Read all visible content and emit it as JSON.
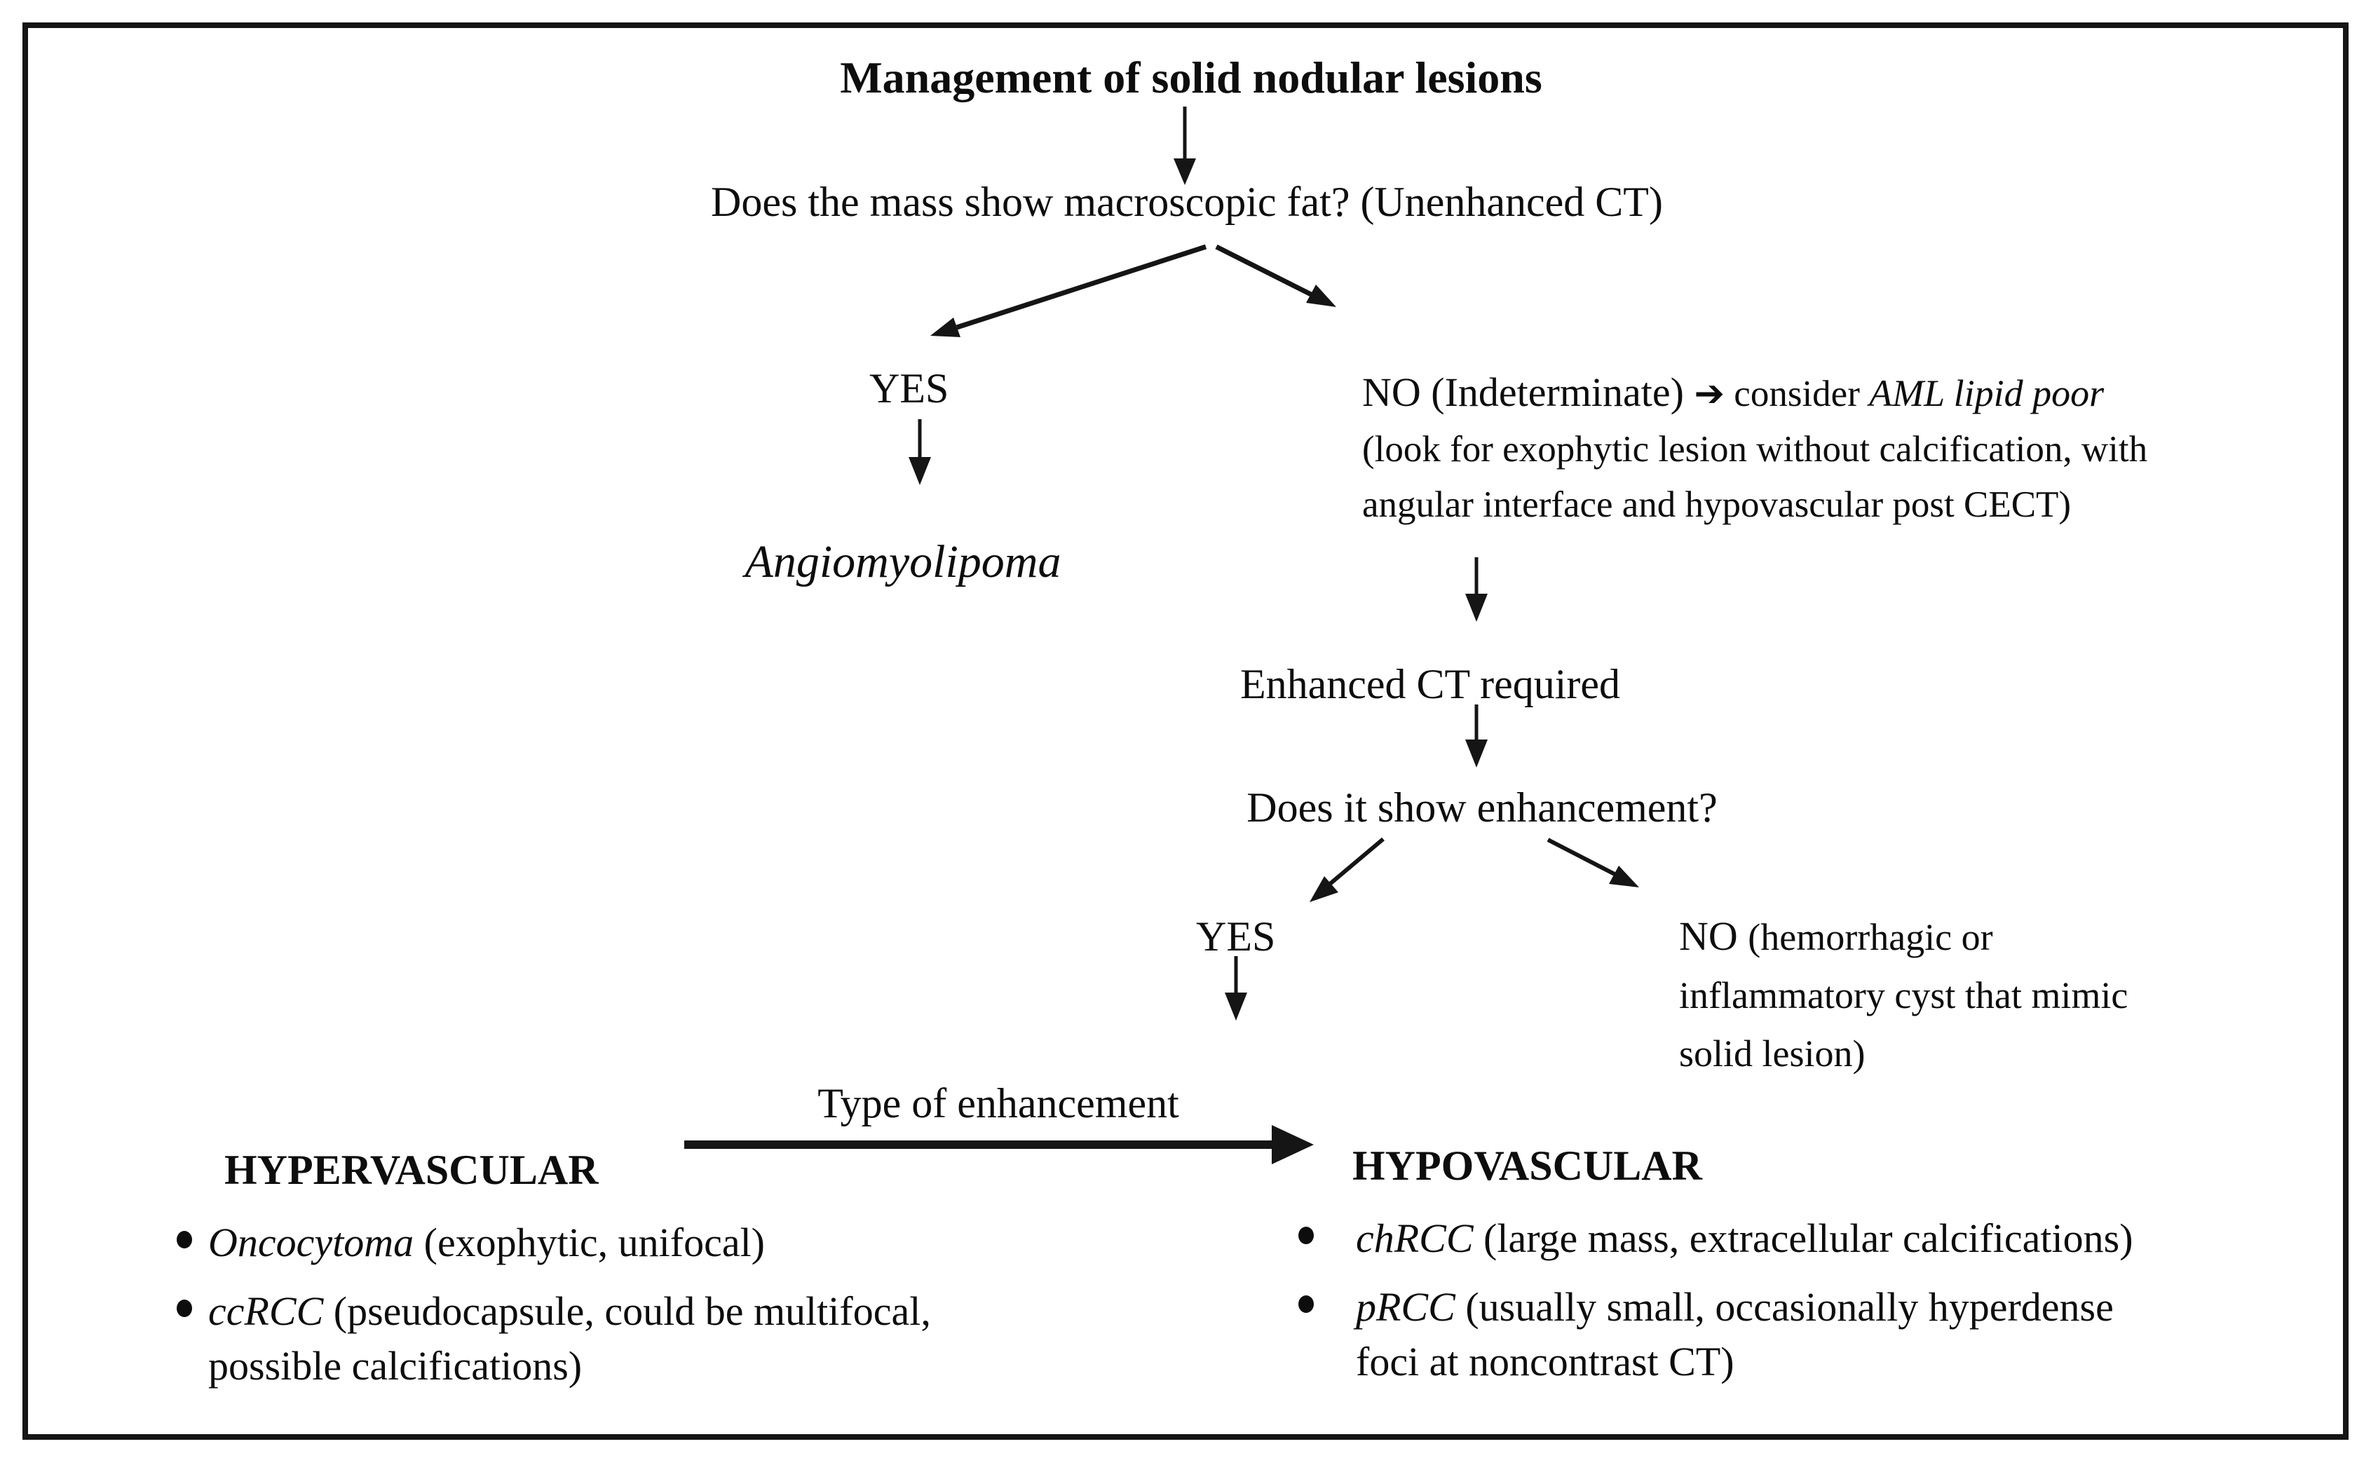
{
  "colors": {
    "ink": "#0d0d0d",
    "background": "#ffffff"
  },
  "flowchart": {
    "title": "Management of solid nodular lesions",
    "question1": "Does the mass show macroscopic fat? (Unenhanced CT)",
    "branch_yes1": {
      "label": "YES",
      "result": "Angiomyolipoma"
    },
    "branch_no1": {
      "label": "NO (Indeterminate) ",
      "arrow": "➔",
      "consider": " consider ",
      "consider_italic": "AML lipid poor",
      "note_line2": "(look for exophytic lesion without calcification, with",
      "note_line3": "angular interface and hypovascular post CECT)"
    },
    "step_enhanced_ct": "Enhanced CT required",
    "question2": "Does it show enhancement?",
    "branch_yes2": {
      "label": "YES"
    },
    "branch_no2": {
      "label": "NO ",
      "note_line1": "(hemorrhagic or",
      "note_line2": "inflammatory cyst that mimic",
      "note_line3": "solid lesion)"
    },
    "enhancement_arrow_label": "Type of enhancement",
    "hypervascular": {
      "header": "HYPERVASCULAR",
      "items": [
        {
          "name": "Oncocytoma",
          "detail": " (exophytic, unifocal)",
          "detail2": ""
        },
        {
          "name": "ccRCC",
          "detail": " (pseudocapsule, could be multifocal,",
          "detail2": "possible calcifications)"
        }
      ]
    },
    "hypovascular": {
      "header": "HYPOVASCULAR",
      "items": [
        {
          "name": "chRCC",
          "detail": " (large mass, extracellular calcifications)",
          "detail2": ""
        },
        {
          "name": "pRCC",
          "detail": " (usually small, occasionally hyperdense",
          "detail2": "foci at noncontrast CT)"
        }
      ]
    }
  }
}
